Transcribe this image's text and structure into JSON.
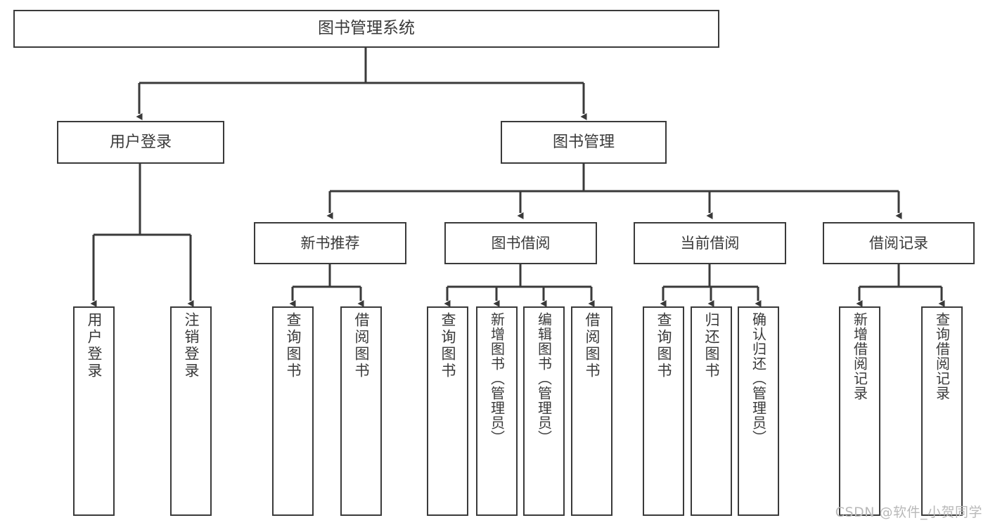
{
  "diagram": {
    "title": "图书管理系统",
    "type": "functional-structure-tree",
    "root": {
      "label": "图书管理系统"
    },
    "level1": [
      {
        "label": "用户登录"
      },
      {
        "label": "图书管理"
      }
    ],
    "level2": [
      {
        "label": "新书推荐"
      },
      {
        "label": "图书借阅"
      },
      {
        "label": "当前借阅"
      },
      {
        "label": "借阅记录"
      }
    ],
    "leaves": {
      "user_login": [
        {
          "label": "用户登录"
        },
        {
          "label": "注销登录"
        }
      ],
      "new_book_recommend": [
        {
          "label": "查询图书"
        },
        {
          "label": "借阅图书"
        }
      ],
      "book_borrow": [
        {
          "label": "查询图书"
        },
        {
          "label": "新增图书（管理员）"
        },
        {
          "label": "编辑图书（管理员）"
        },
        {
          "label": "借阅图书"
        }
      ],
      "current_borrow": [
        {
          "label": "查询图书"
        },
        {
          "label": "归还图书"
        },
        {
          "label": "确认归还（管理员）"
        }
      ],
      "borrow_record": [
        {
          "label": "新增借阅记录"
        },
        {
          "label": "查询借阅记录"
        }
      ]
    }
  },
  "watermark": {
    "text": "CSDN @软件_小贺同学"
  },
  "colors": {
    "stroke": "#3a3a3a",
    "background": "#ffffff",
    "text": "#3a3a3a",
    "watermark": "#b9b9b9"
  }
}
